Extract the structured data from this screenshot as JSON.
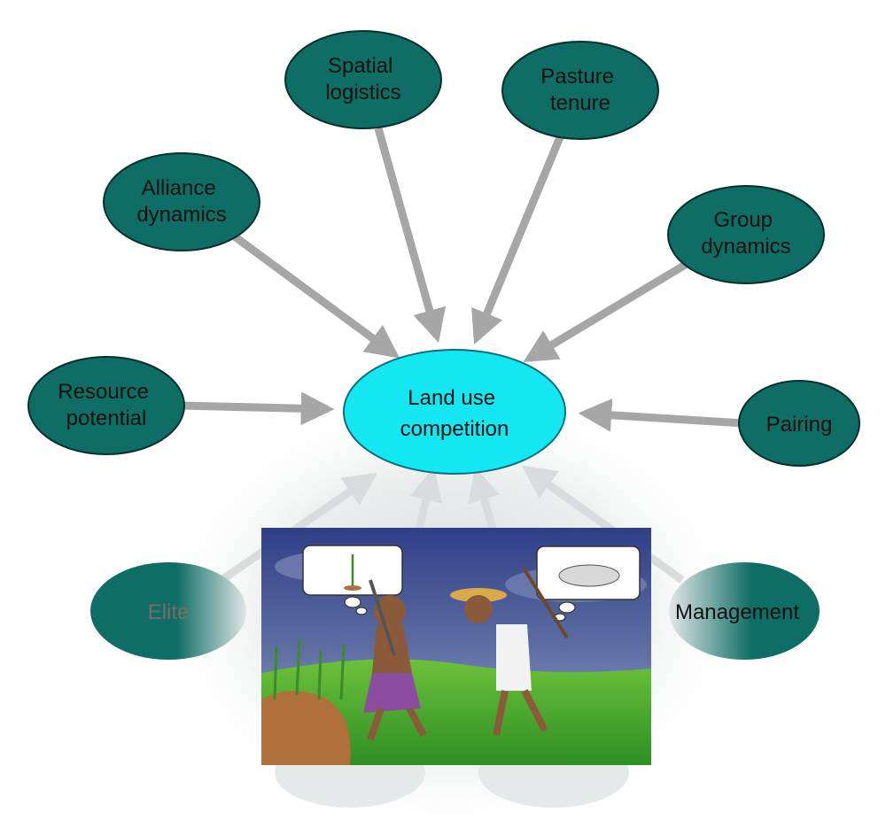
{
  "diagram": {
    "center": {
      "lines": [
        "Land use",
        "competition"
      ],
      "fill": "#14e6f2"
    },
    "node_fill": "#0e6d64",
    "arrow_color": "#a6a6a6",
    "nodes": [
      {
        "id": "resource-potential",
        "lines": [
          "Resource",
          "potential"
        ]
      },
      {
        "id": "alliance-dynamics",
        "lines": [
          "Alliance",
          "dynamics"
        ]
      },
      {
        "id": "spatial-logistics",
        "lines": [
          "Spatial",
          "logistics"
        ]
      },
      {
        "id": "pasture-tenure",
        "lines": [
          "Pasture",
          "tenure"
        ]
      },
      {
        "id": "group-dynamics",
        "lines": [
          "Group",
          "dynamics"
        ]
      },
      {
        "id": "pairing",
        "lines": [
          "Pairing"
        ]
      },
      {
        "id": "elite",
        "lines": [
          "Elite"
        ]
      },
      {
        "id": "management",
        "lines": [
          "Management"
        ]
      }
    ],
    "illustration": {
      "description_icon": "cartoon-farmer-vs-herder-illustration",
      "sky_color": "#3a4a8c",
      "grass_color": "#3fae2c"
    }
  }
}
